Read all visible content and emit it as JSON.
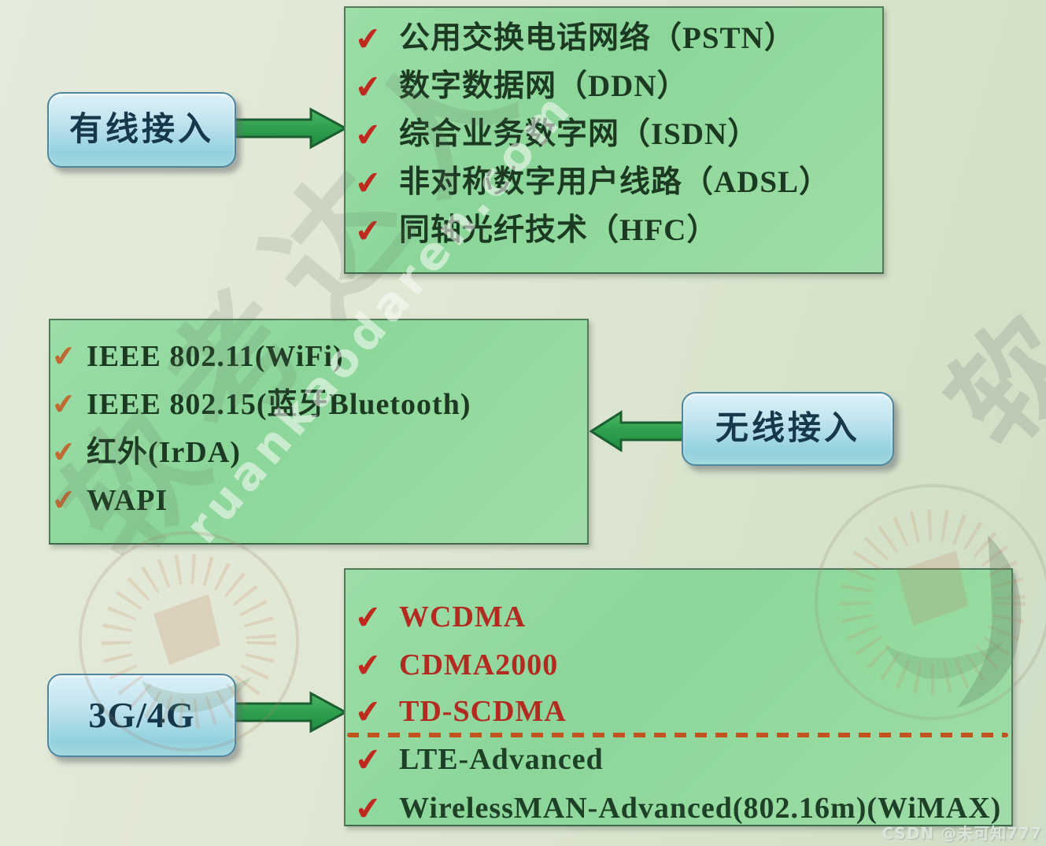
{
  "ui": {
    "check_glyph": "✔"
  },
  "diagram": {
    "wired": {
      "label": "有线接入",
      "items": [
        "公用交换电话网络（PSTN）",
        "数字数据网（DDN）",
        "综合业务数字网（ISDN）",
        "非对称数字用户线路（ADSL）",
        "同轴光纤技术（HFC）"
      ]
    },
    "wireless": {
      "label": "无线接入",
      "items": [
        "IEEE 802.11(WiFi)",
        "IEEE 802.15(蓝牙Bluetooth)",
        "红外(IrDA)",
        "WAPI"
      ]
    },
    "cellular": {
      "label": "3G/4G",
      "g3_items": [
        "WCDMA",
        "CDMA2000",
        "TD-SCDMA"
      ],
      "g4_items": [
        "LTE-Advanced",
        "WirelessMAN-Advanced(802.16m)(WiMAX)"
      ]
    }
  },
  "watermarks": {
    "site_text": "ruankaodaren.com",
    "brand_text": "软考达人",
    "brand_fragment": "软",
    "credit": "CSDN @未可知777"
  },
  "colors": {
    "background": "#dde5d0",
    "list_box_green": "#8fd89c",
    "label_box_blue": "#9ed5e2",
    "arrow_green": "#2fa04e",
    "check_red": "#bf2a1e",
    "check_orange": "#c06a33",
    "text_dark": "#1c3a22",
    "text_red": "#b22a20",
    "dashed_line": "#c2531f"
  }
}
